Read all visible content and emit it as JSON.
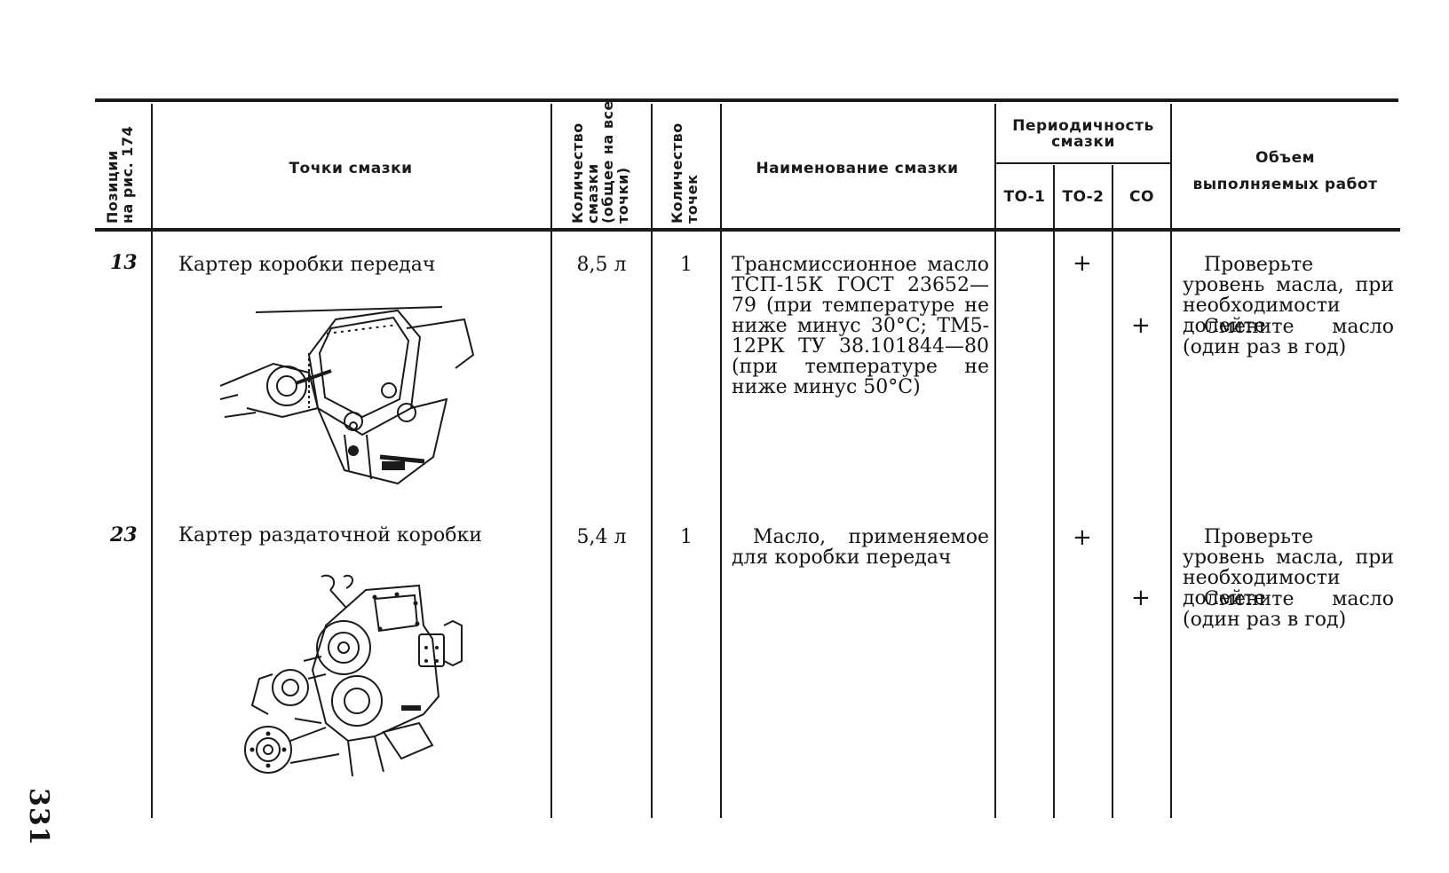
{
  "table": {
    "headers": {
      "position": "Позиции\nна рис. 174",
      "points": "Точки смазки",
      "quantity": "Количество\nсмазки\n(общее на все\nточки)",
      "point_count": "Количество\nточек",
      "lubricant": "Наименование смазки",
      "periodicity": "Периодичность смазки",
      "to1": "ТО-1",
      "to2": "ТО-2",
      "co": "СО",
      "work": "Объем выполняемых работ"
    },
    "rows": [
      {
        "position": "13",
        "point": "Картер коробки передач",
        "quantity": "8,5 л",
        "count": "1",
        "lubricant": "Трансмиссионное масло ТСП-15К ГОСТ 23652—79 (при температуре не ниже минус 30°С; ТМ5-12РК ТУ 38.101844—80 (при температуре не ниже минус 50°С)",
        "to2_mark": "+",
        "co_mark": "+",
        "work_1": "Проверьте уровень масла, при необходимости долейте",
        "work_2": "Смените масло (один раз в год)"
      },
      {
        "position": "23",
        "point": "Картер раздаточной коробки",
        "quantity": "5,4 л",
        "count": "1",
        "lubricant": "Масло, применяемое для коробки передач",
        "to2_mark": "+",
        "co_mark": "+",
        "work_1": "Проверьте уровень масла, при необходимости долейте",
        "work_2": "Смените масло (один раз в год)"
      }
    ]
  },
  "page_number": "331"
}
